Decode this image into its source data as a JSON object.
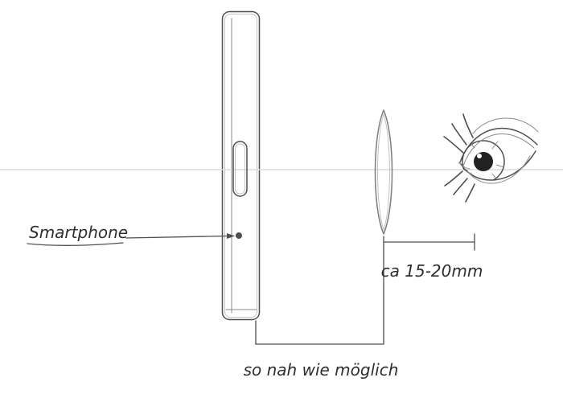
{
  "labels": {
    "smartphone": "Smartphone",
    "lens_to_eye_distance": "ca 15-20mm",
    "phone_to_lens_distance": "so nah wie möglich"
  },
  "colors": {
    "background": "#ffffff",
    "sketch_stroke": "#4f4f4f",
    "mid_stroke": "#8a8a8a",
    "light_stroke": "#c2c2c2",
    "axis_line": "#dcdcdc",
    "text": "#2f2f2f"
  }
}
